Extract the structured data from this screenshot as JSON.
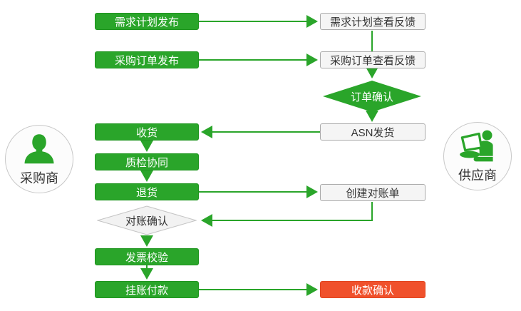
{
  "colors": {
    "accent_green": "#2aa52a",
    "accent_red": "#f0512c",
    "grey_node_fill": "#f5f5f5",
    "grey_node_border": "#ababab",
    "text_dark": "#333333"
  },
  "actors": {
    "buyer": {
      "label": "采购商"
    },
    "supplier": {
      "label": "供应商"
    }
  },
  "nodes": {
    "demand_publish": {
      "label": "需求计划发布",
      "type": "green"
    },
    "demand_feedback": {
      "label": "需求计划查看反馈",
      "type": "grey"
    },
    "po_publish": {
      "label": "采购订单发布",
      "type": "green"
    },
    "po_feedback": {
      "label": "采购订单查看反馈",
      "type": "grey"
    },
    "order_confirm": {
      "label": "订单确认",
      "type": "green-diamond"
    },
    "asn_ship": {
      "label": "ASN发货",
      "type": "grey"
    },
    "receive": {
      "label": "收货",
      "type": "green"
    },
    "quality": {
      "label": "质检协同",
      "type": "green"
    },
    "returns": {
      "label": "退货",
      "type": "green"
    },
    "create_statement": {
      "label": "创建对账单",
      "type": "grey"
    },
    "statement_confirm": {
      "label": "对账确认",
      "type": "grey-diamond"
    },
    "invoice_check": {
      "label": "发票校验",
      "type": "green"
    },
    "payment": {
      "label": "挂账付款",
      "type": "green"
    },
    "receipt_confirm": {
      "label": "收款确认",
      "type": "red"
    }
  }
}
